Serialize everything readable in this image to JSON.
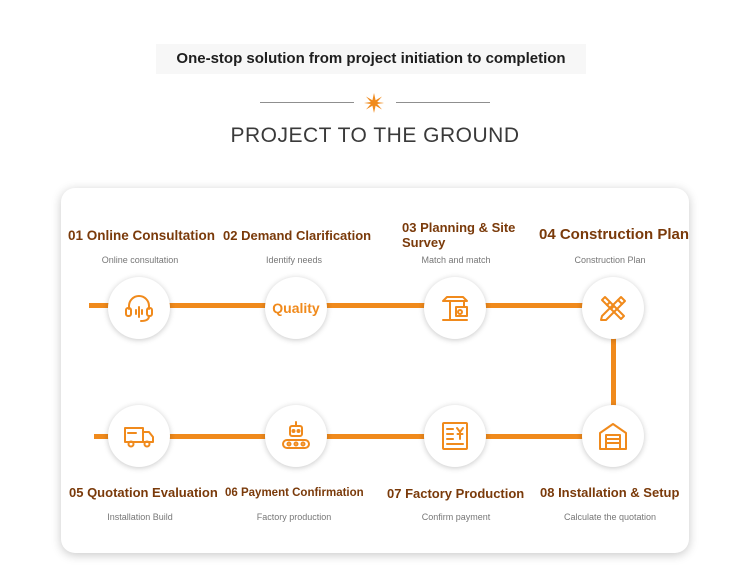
{
  "header": {
    "tagline": "One-stop solution from project initiation to completion",
    "title": "PROJECT TO THE GROUND"
  },
  "colors": {
    "accent": "#f08a1c",
    "step_title": "#7a3a0a",
    "caption": "#777777"
  },
  "steps": [
    {
      "title": "01 Online Consultation",
      "caption": "Online consultation",
      "icon": "headset-icon"
    },
    {
      "title": "02 Demand Clarification",
      "caption": "Identify needs",
      "icon": "quality-badge",
      "badge_text": "Quality"
    },
    {
      "title": "03 Planning & Site Survey",
      "caption": "Match and match",
      "icon": "crane-icon"
    },
    {
      "title": "04 Construction Plan",
      "caption": "Construction Plan",
      "icon": "ruler-pencil-icon"
    },
    {
      "title": "05 Quotation Evaluation",
      "caption": "Installation Build",
      "icon": "truck-icon"
    },
    {
      "title": "06 Payment Confirmation",
      "caption": "Factory production",
      "icon": "robot-conveyor-icon"
    },
    {
      "title": "07 Factory Production",
      "caption": "Confirm payment",
      "icon": "invoice-icon"
    },
    {
      "title": "08 Installation & Setup",
      "caption": "Calculate the quotation",
      "icon": "warehouse-icon"
    }
  ]
}
